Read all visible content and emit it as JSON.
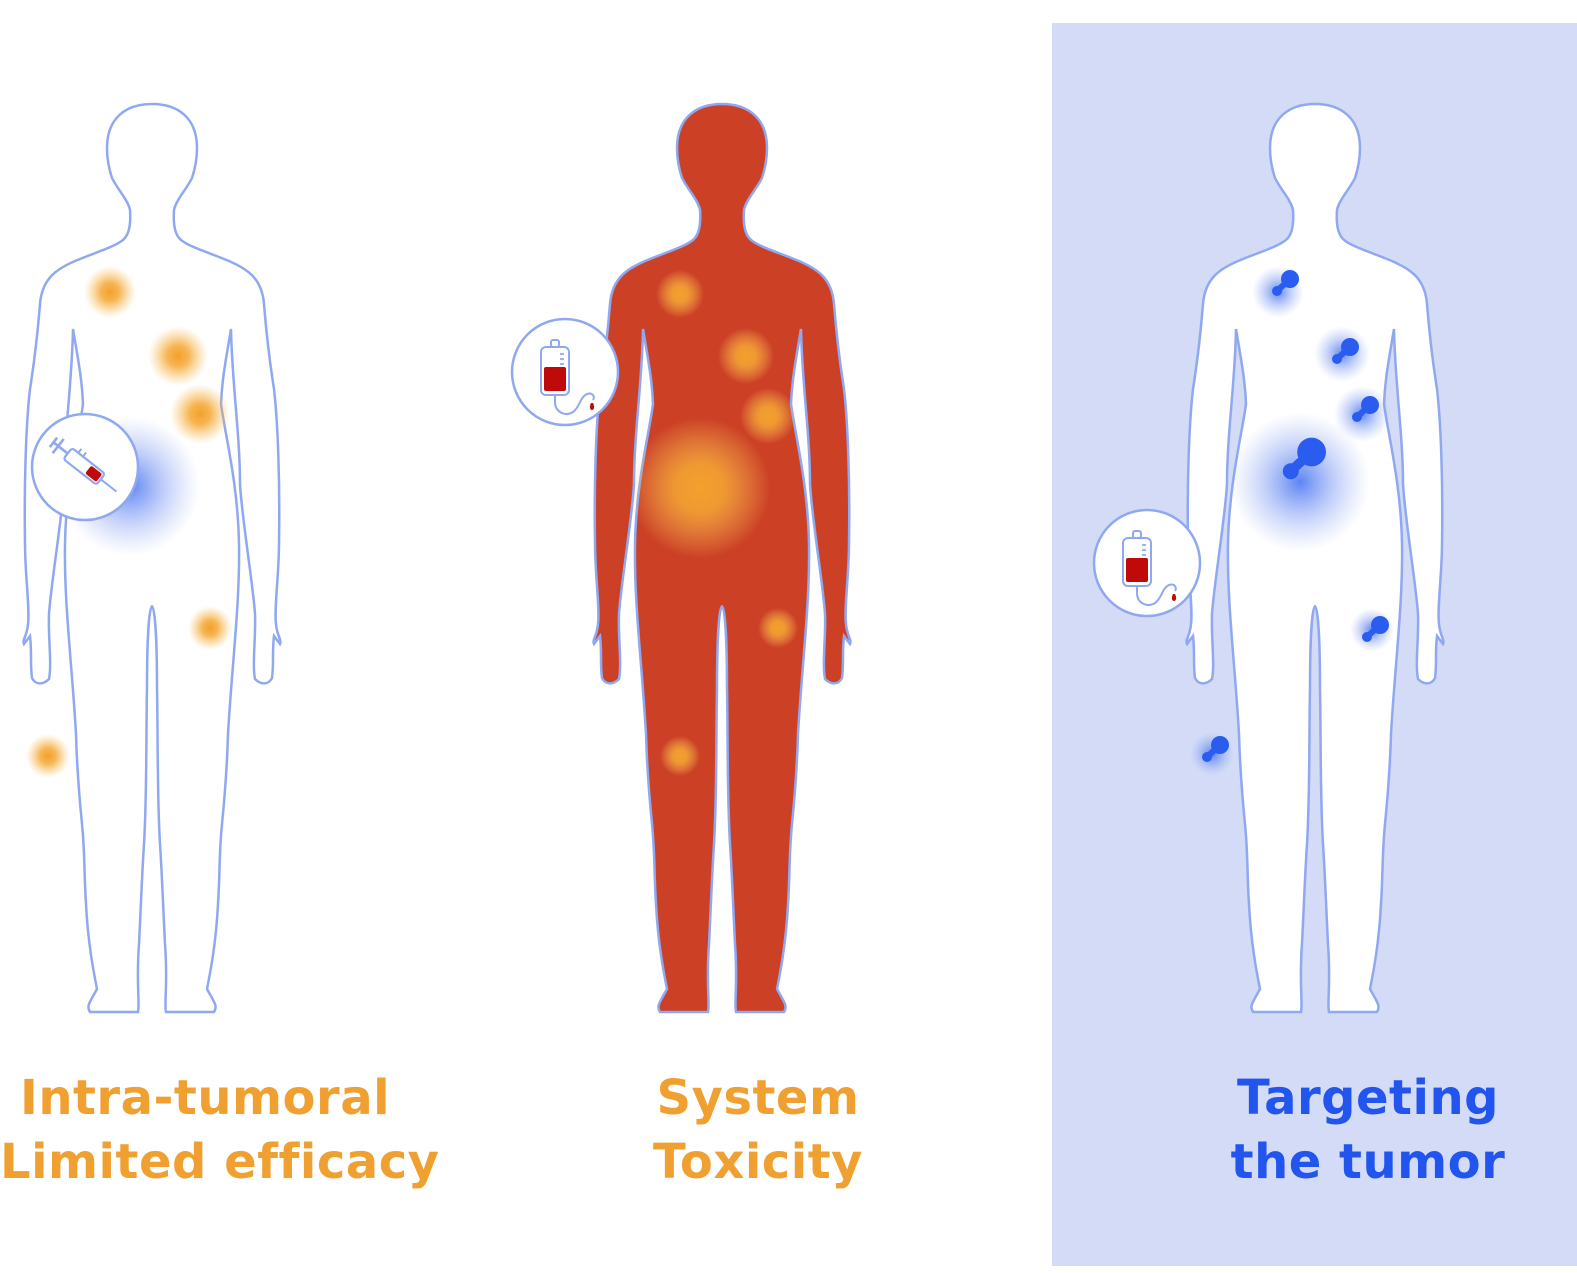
{
  "panels": [
    {
      "id": "intra-tumoral",
      "line1": "Intra-tumoral",
      "line2": "Limited efficacy",
      "caption_color": "#F0A030",
      "body_fill": "#FFFFFF",
      "body_outline": "#8FA8F0",
      "delivery_icon": "syringe-icon"
    },
    {
      "id": "system",
      "line1": "System",
      "line2": "Toxicity",
      "caption_color": "#F0A030",
      "body_fill": "#CC4125",
      "body_outline": "#8FA8F0",
      "delivery_icon": "iv-bag-icon"
    },
    {
      "id": "targeting",
      "line1": "Targeting",
      "line2": "the tumor",
      "caption_color": "#2255EE",
      "body_fill": "#FFFFFF",
      "body_outline": "#8FA8F0",
      "delivery_icon": "iv-bag-icon",
      "background": "#D3DBF6"
    }
  ],
  "colors": {
    "tumor_orange": "#F3A02C",
    "drug_blue": "#2A5CF0",
    "blood_red": "#C00A0A",
    "outline_blue": "#8FA8F0"
  }
}
